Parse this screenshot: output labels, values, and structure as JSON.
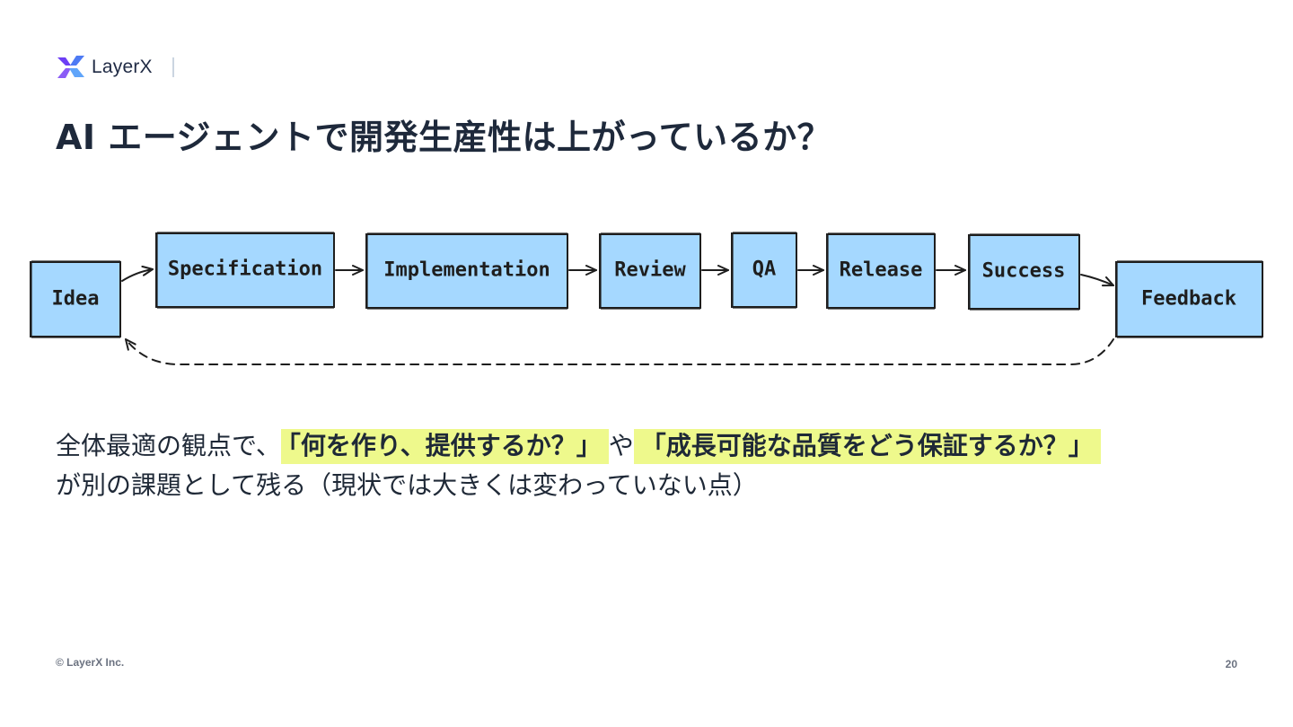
{
  "header": {
    "brand": "LayerX"
  },
  "title": "AI エージェントで開発生産性は上がっているか？",
  "flow": {
    "nodes": [
      {
        "id": "idea",
        "label": "Idea"
      },
      {
        "id": "spec",
        "label": "Specification"
      },
      {
        "id": "impl",
        "label": "Implementation"
      },
      {
        "id": "review",
        "label": "Review"
      },
      {
        "id": "qa",
        "label": "QA"
      },
      {
        "id": "release",
        "label": "Release"
      },
      {
        "id": "success",
        "label": "Success"
      },
      {
        "id": "feedback",
        "label": "Feedback"
      }
    ],
    "box_fill": "#a5d8ff"
  },
  "body": {
    "line1_prefix": "全体最適の観点で、",
    "highlight1": "「何を作り、提供するか？」",
    "connector": "や",
    "highlight2": "「成長可能な品質をどう保証するか？」",
    "line2": "が別の課題として残る（現状では大きくは変わっていない点）",
    "highlight_color": "#eef98c"
  },
  "footer": {
    "copyright": "© LayerX Inc.",
    "page": "20"
  }
}
